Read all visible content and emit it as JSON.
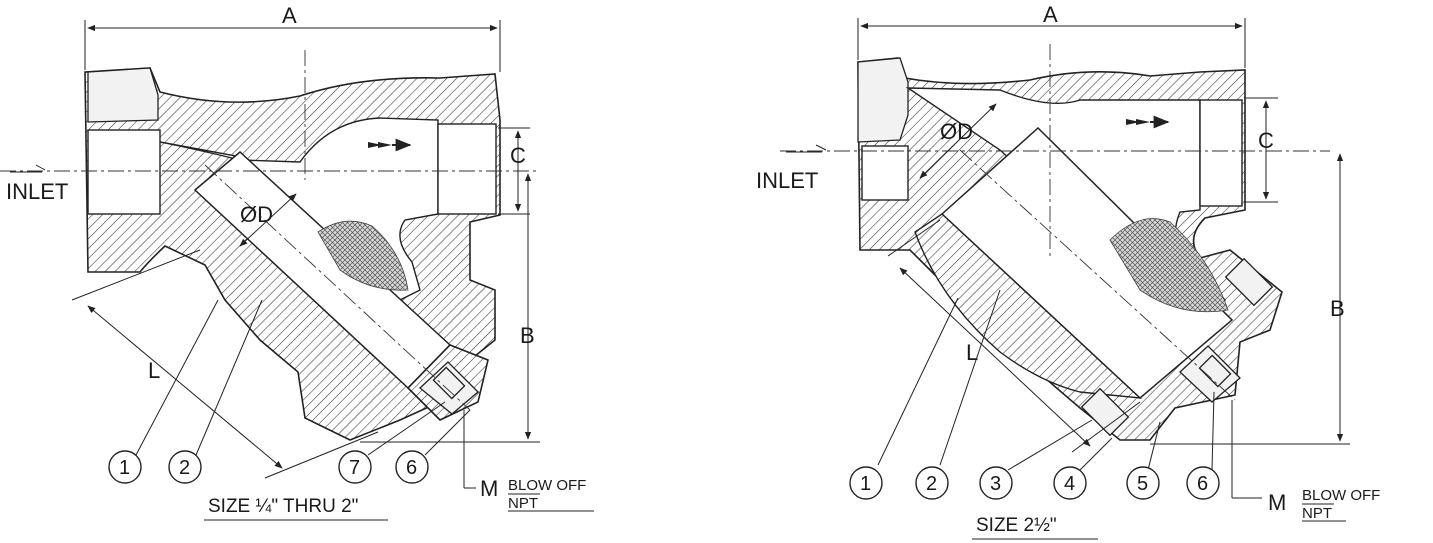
{
  "left_view": {
    "title": "SIZE ¼\" THRU 2\"",
    "dim_a": "A",
    "dim_b": "B",
    "dim_c": "C",
    "dim_d": "ØD",
    "dim_l": "L",
    "inlet": "INLET",
    "m_label": "M",
    "blow_off": "BLOW OFF",
    "npt": "NPT",
    "callouts": [
      "1",
      "2",
      "7",
      "6"
    ]
  },
  "right_view": {
    "title": "SIZE 2½\"",
    "dim_a": "A",
    "dim_b": "B",
    "dim_c": "C",
    "dim_d": "ØD",
    "dim_l": "L",
    "inlet": "INLET",
    "m_label": "M",
    "blow_off": "BLOW OFF",
    "npt": "NPT",
    "callouts": [
      "1",
      "2",
      "3",
      "4",
      "5",
      "6"
    ]
  },
  "icons": [
    "flow-arrow-icon",
    "flow-arrow-icon"
  ],
  "colors": {
    "line": "#222222",
    "background": "#ffffff"
  }
}
